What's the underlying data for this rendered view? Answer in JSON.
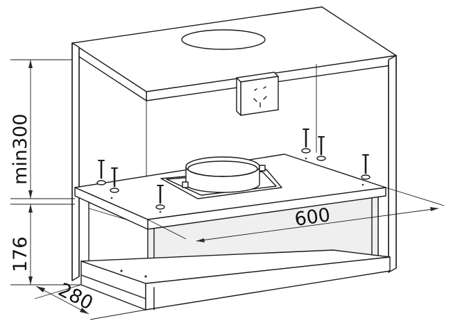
{
  "dimensions": {
    "height_min": "min300",
    "height_hood": "176",
    "depth": "280",
    "width": "600"
  },
  "colors": {
    "line": "#1a1a1a",
    "background": "#ffffff"
  }
}
